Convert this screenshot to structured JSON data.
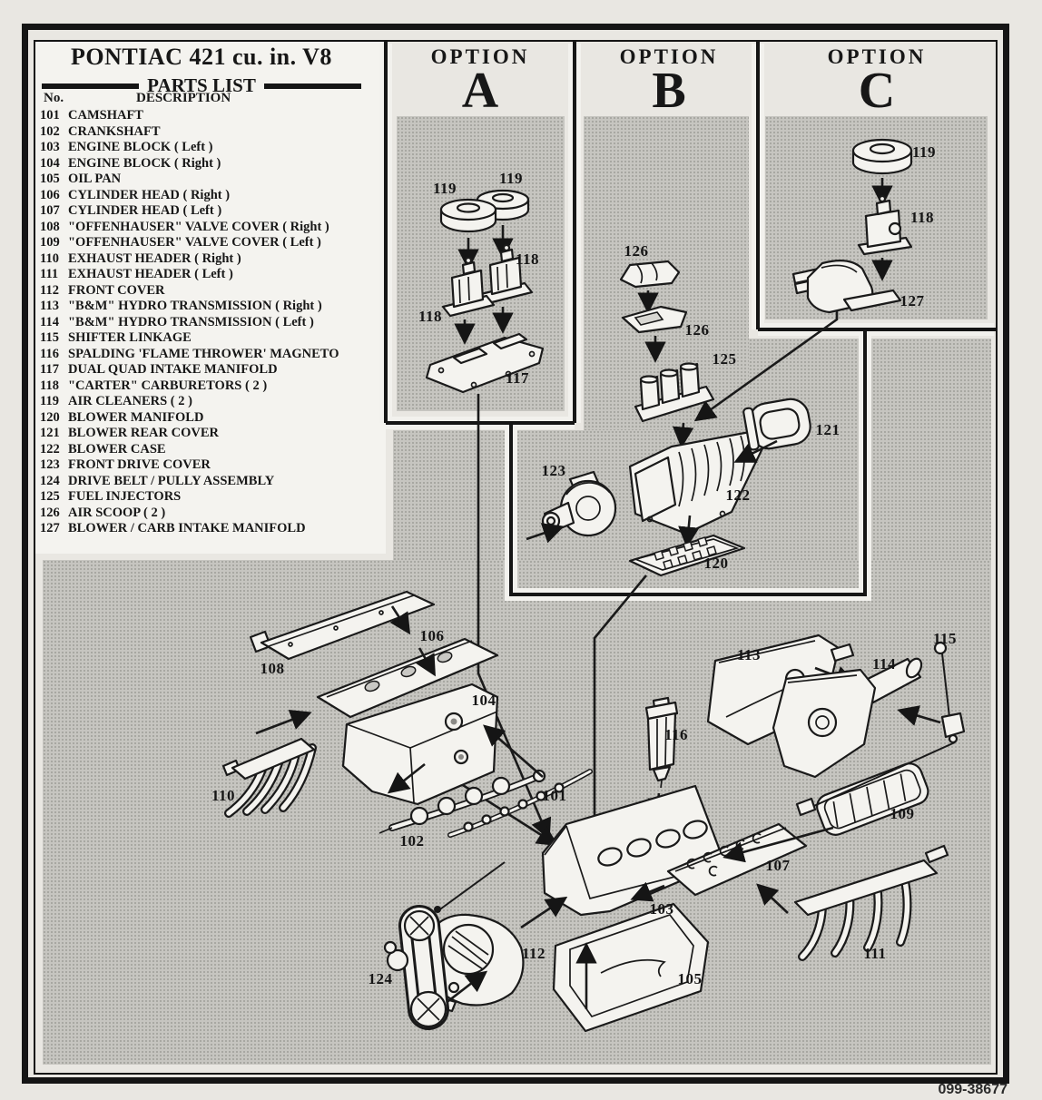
{
  "parts_list": {
    "title": "PONTIAC 421 cu. in. V8",
    "subtitle": "PARTS LIST",
    "col_no": "No.",
    "col_desc": "DESCRIPTION",
    "items": [
      {
        "no": "101",
        "desc": "CAMSHAFT"
      },
      {
        "no": "102",
        "desc": "CRANKSHAFT"
      },
      {
        "no": "103",
        "desc": "ENGINE BLOCK ( Left )"
      },
      {
        "no": "104",
        "desc": "ENGINE BLOCK ( Right )"
      },
      {
        "no": "105",
        "desc": "OIL PAN"
      },
      {
        "no": "106",
        "desc": "CYLINDER HEAD ( Right )"
      },
      {
        "no": "107",
        "desc": "CYLINDER HEAD ( Left )"
      },
      {
        "no": "108",
        "desc": "\"OFFENHAUSER\" VALVE COVER ( Right )"
      },
      {
        "no": "109",
        "desc": "\"OFFENHAUSER\" VALVE COVER ( Left )"
      },
      {
        "no": "110",
        "desc": "EXHAUST HEADER ( Right )"
      },
      {
        "no": "111",
        "desc": "EXHAUST HEADER ( Left )"
      },
      {
        "no": "112",
        "desc": "FRONT COVER"
      },
      {
        "no": "113",
        "desc": "\"B&M\" HYDRO TRANSMISSION ( Right )"
      },
      {
        "no": "114",
        "desc": "\"B&M\" HYDRO TRANSMISSION ( Left )"
      },
      {
        "no": "115",
        "desc": "SHIFTER LINKAGE"
      },
      {
        "no": "116",
        "desc": "SPALDING 'FLAME THROWER' MAGNETO"
      },
      {
        "no": "117",
        "desc": "DUAL QUAD INTAKE MANIFOLD"
      },
      {
        "no": "118",
        "desc": "\"CARTER\" CARBURETORS ( 2 )"
      },
      {
        "no": "119",
        "desc": "AIR CLEANERS ( 2 )"
      },
      {
        "no": "120",
        "desc": "BLOWER MANIFOLD"
      },
      {
        "no": "121",
        "desc": "BLOWER REAR COVER"
      },
      {
        "no": "122",
        "desc": "BLOWER CASE"
      },
      {
        "no": "123",
        "desc": "FRONT DRIVE COVER"
      },
      {
        "no": "124",
        "desc": "DRIVE BELT / PULLY ASSEMBLY"
      },
      {
        "no": "125",
        "desc": "FUEL INJECTORS"
      },
      {
        "no": "126",
        "desc": "AIR SCOOP ( 2 )"
      },
      {
        "no": "127",
        "desc": "BLOWER / CARB INTAKE MANIFOLD"
      }
    ]
  },
  "options": {
    "label": "OPTION",
    "a": "A",
    "b": "B",
    "c": "C"
  },
  "diagram": {
    "a_labels": [
      "119",
      "119",
      "118",
      "118",
      "117"
    ],
    "b_labels": [
      "126",
      "126",
      "125",
      "123",
      "122",
      "121",
      "120"
    ],
    "c_labels": [
      "119",
      "118",
      "127"
    ],
    "main_labels": [
      "108",
      "106",
      "104",
      "110",
      "102",
      "101",
      "116",
      "113",
      "114",
      "115",
      "109",
      "107",
      "111",
      "103",
      "105",
      "112",
      "124"
    ]
  },
  "footer": {
    "sheet_number": "099-38677"
  }
}
